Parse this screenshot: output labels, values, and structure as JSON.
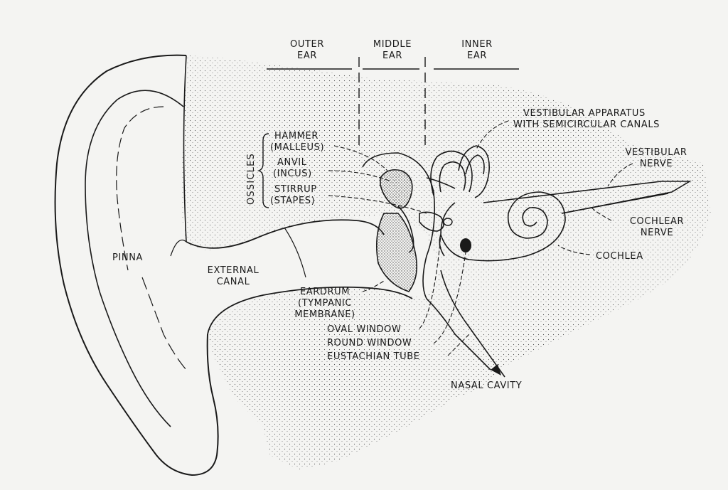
{
  "sections": {
    "outer_ear": [
      "OUTER",
      "EAR"
    ],
    "middle_ear": [
      "MIDDLE",
      "EAR"
    ],
    "inner_ear": [
      "INNER",
      "EAR"
    ]
  },
  "labels": {
    "vestibular_apparatus": [
      "VESTIBULAR APPARATUS",
      "WITH SEMICIRCULAR CANALS"
    ],
    "vestibular_nerve": [
      "VESTIBULAR",
      "NERVE"
    ],
    "cochlear_nerve": [
      "COCHLEAR",
      "NERVE"
    ],
    "cochlea": "COCHLEA",
    "ossicles": "OSSICLES",
    "hammer": [
      "HAMMER",
      "(MALLEUS)"
    ],
    "anvil": [
      "ANVIL",
      "(INCUS)"
    ],
    "stirrup": [
      "STIRRUP",
      "(STAPES)"
    ],
    "pinna": "PINNA",
    "external_canal": [
      "EXTERNAL",
      "CANAL"
    ],
    "eardrum": [
      "EARDRUM",
      "(TYMPANIC",
      "MEMBRANE)"
    ],
    "oval_window": "OVAL WINDOW",
    "round_window": "ROUND WINDOW",
    "eustachian_tube": "EUSTACHIAN TUBE",
    "nasal_cavity": "NASAL CAVITY"
  },
  "colors": {
    "ink": "#1a1a1a",
    "paper": "#f4f4f2"
  }
}
